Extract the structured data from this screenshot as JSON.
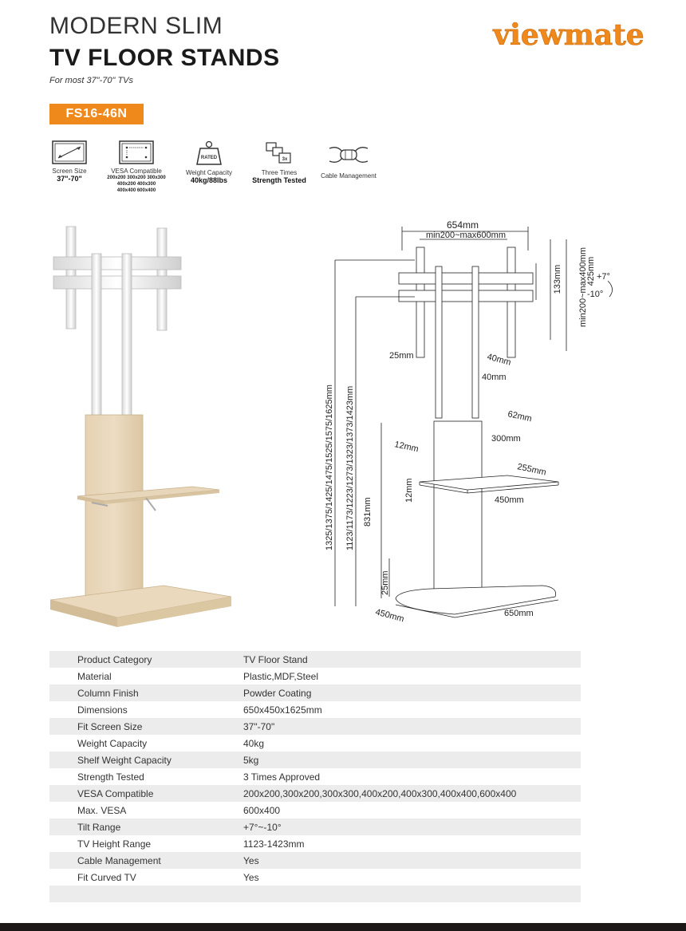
{
  "header": {
    "title_line1": "MODERN SLIM",
    "title_line2": "TV FLOOR STANDS",
    "subtitle": "For most 37\"-70\" TVs",
    "brand": "viewmate",
    "brand_color": "#f0891c"
  },
  "model": "FS16-46N",
  "features": [
    {
      "icon": "screen-size-icon",
      "label": "Screen Size",
      "value": "37\"-70\""
    },
    {
      "icon": "vesa-icon",
      "label": "VESA Compatible",
      "lines": [
        "200x200 300x200 300x300",
        "400x200 400x300",
        "400x400 600x400"
      ]
    },
    {
      "icon": "weight-icon",
      "label": "Weight Capacity",
      "value": "40kg/88lbs",
      "icon_text": "RATED"
    },
    {
      "icon": "strength-icon",
      "label": "Three Times",
      "value": "Strength Tested",
      "icon_text": "3x"
    },
    {
      "icon": "cable-icon",
      "label": "Cable Management"
    }
  ],
  "diagram": {
    "width_total": "654mm",
    "width_range": "min200~max600mm",
    "height_133": "133mm",
    "height_range": "min200~max400mm",
    "height_425": "425mm",
    "tilt_up": "+7°",
    "tilt_down": "-10°",
    "bracket_25": "25mm",
    "col_40a": "40mm",
    "col_40b": "40mm",
    "col_62": "62mm",
    "col_300": "300mm",
    "base_12a": "12mm",
    "shelf_255": "255mm",
    "shelf_12": "12mm",
    "shelf_450": "450mm",
    "height_831": "831mm",
    "base_25": "25mm",
    "base_450": "450mm",
    "base_650": "650mm",
    "height_total": "1325/1375/1425/1475/1525/1575/1625mm",
    "height_tv": "1123/1173/1223/1273/1323/1373/1423mm"
  },
  "specs": [
    {
      "key": "Product Category",
      "value": "TV Floor Stand"
    },
    {
      "key": "Material",
      "value": "Plastic,MDF,Steel"
    },
    {
      "key": "Column Finish",
      "value": "Powder Coating"
    },
    {
      "key": "Dimensions",
      "value": "650x450x1625mm"
    },
    {
      "key": "Fit Screen Size",
      "value": "37\"-70\""
    },
    {
      "key": "Weight Capacity",
      "value": "40kg"
    },
    {
      "key": "Shelf Weight Capacity",
      "value": "5kg"
    },
    {
      "key": "Strength Tested",
      "value": "3 Times Approved"
    },
    {
      "key": "VESA Compatible",
      "value": "200x200,300x200,300x300,400x200,400x300,400x400,600x400"
    },
    {
      "key": "Max. VESA",
      "value": "600x400"
    },
    {
      "key": "Tilt Range",
      "value": "+7°~-10°"
    },
    {
      "key": "TV Height Range",
      "value": "1123-1423mm"
    },
    {
      "key": "Cable Management",
      "value": "Yes"
    },
    {
      "key": "Fit Curved TV",
      "value": "Yes"
    }
  ]
}
